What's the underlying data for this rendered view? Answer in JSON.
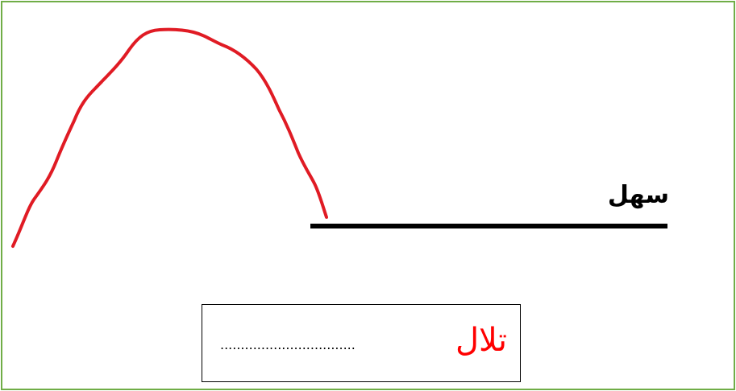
{
  "plain": {
    "label": "سهل"
  },
  "answer": {
    "word": "تلال",
    "blank": "................................."
  },
  "colors": {
    "frame": "#70ad47",
    "hill_stroke": "#e01b24",
    "plain_line": "#000000",
    "answer_text": "#ff0000"
  },
  "icons": {
    "hill": "hill-curve",
    "plain": "horizontal-line"
  }
}
